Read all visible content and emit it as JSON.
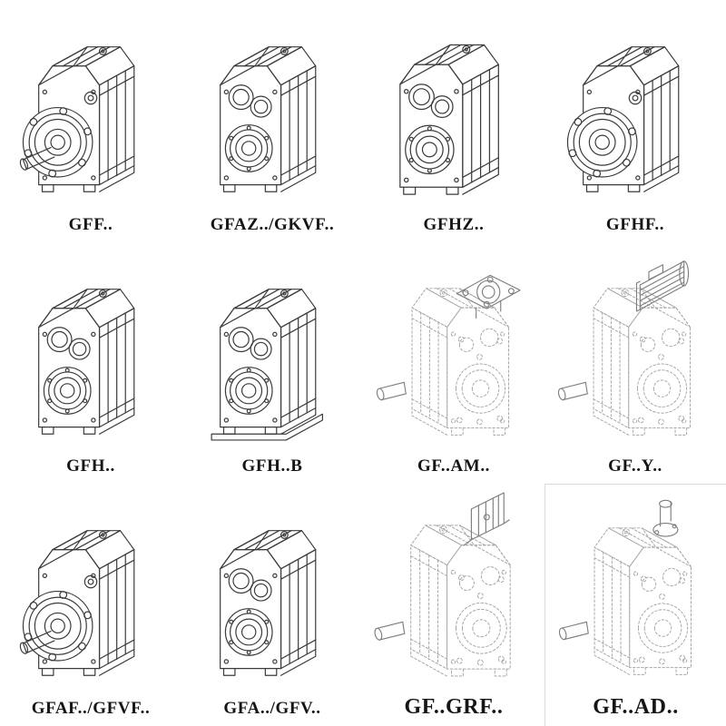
{
  "catalog": {
    "items": [
      {
        "id": "gff",
        "label": "GFF.."
      },
      {
        "id": "gfaz-gkvf",
        "label": "GFAZ../GKVF.."
      },
      {
        "id": "gfhz",
        "label": "GFHZ.."
      },
      {
        "id": "gfhf",
        "label": "GFHF.."
      },
      {
        "id": "gfh",
        "label": "GFH.."
      },
      {
        "id": "gfh-b",
        "label": "GFH..B"
      },
      {
        "id": "gf-am",
        "label": "GF..AM.."
      },
      {
        "id": "gf-y",
        "label": "GF..Y.."
      },
      {
        "id": "gfaf-gfvf",
        "label": "GFAF../GFVF.."
      },
      {
        "id": "gfa-gfv",
        "label": "GFA../GFV.."
      },
      {
        "id": "gf-grf",
        "label": "GF..GRF.."
      },
      {
        "id": "gf-ad",
        "label": "GF..AD.."
      }
    ],
    "line_color": "#3b3b3b",
    "phantom_color": "#a6a6a6",
    "background": "#ffffff"
  }
}
